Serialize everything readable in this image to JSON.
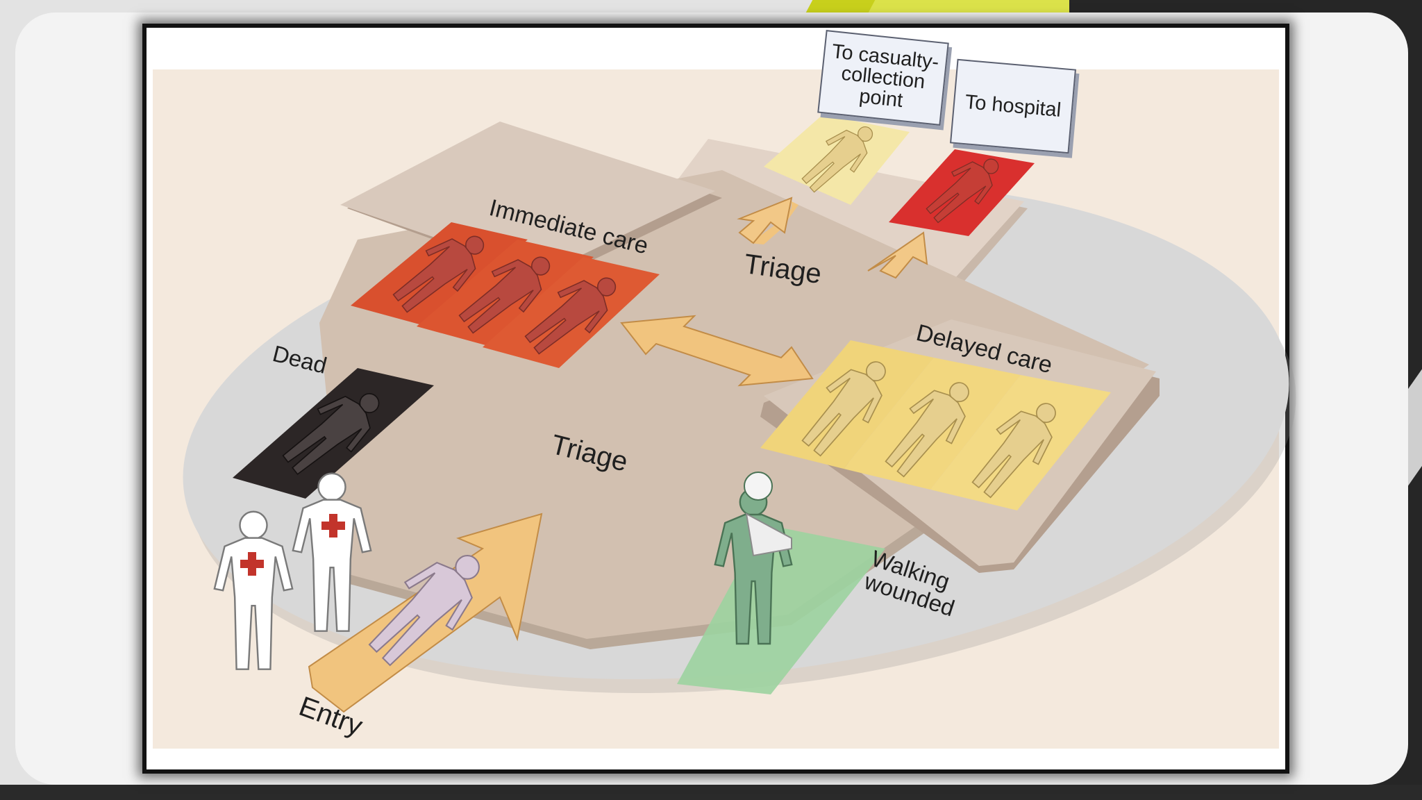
{
  "labels": {
    "immediate_care": "Immediate care",
    "triage_top": "Triage",
    "delayed_care": "Delayed care",
    "dead": "Dead",
    "triage_center": "Triage",
    "walking_wounded_1": "Walking",
    "walking_wounded_2": "wounded",
    "entry": "Entry"
  },
  "signs": {
    "casualty_collection": "To casualty-collection point",
    "hospital": "To hospital"
  },
  "colors": {
    "immediate": "#d9502e",
    "delayed": "#f0d47a",
    "dead": "#2c2626",
    "walking": "#9cd3a0",
    "entry_arrow": "#f1c47e",
    "floor": "#d2c0b0"
  }
}
